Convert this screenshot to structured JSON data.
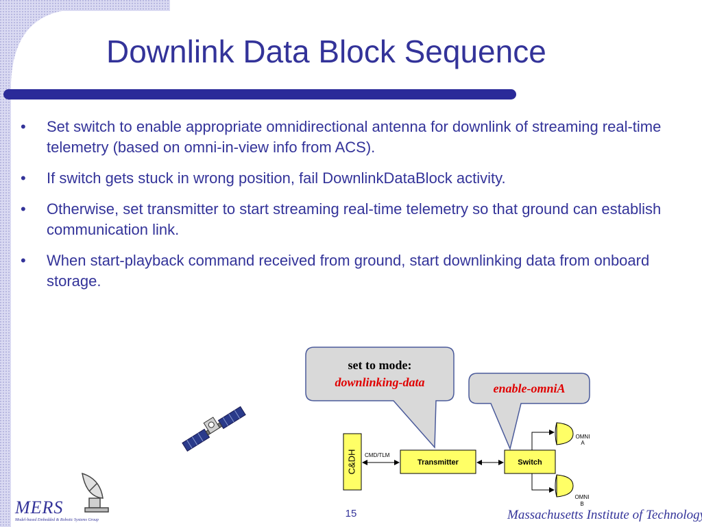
{
  "title": "Downlink Data Block Sequence",
  "bullets": [
    "Set switch to enable appropriate omnidirectional antenna for downlink of streaming real-time telemetry (based on omni-in-view info from ACS).",
    "If switch gets stuck in wrong position, fail DownlinkDataBlock activity.",
    "Otherwise, set transmitter to start streaming real-time telemetry so that ground can establish communication link.",
    "When start-playback command received from ground, start downlinking data from onboard storage."
  ],
  "diagram": {
    "callout_mode_line1": "set to mode:",
    "callout_mode_line2": "downlinking-data",
    "callout_omni": "enable-omniA",
    "cdh_label": "C&DH",
    "link_label": "CMD/TLM",
    "transmitter_label": "Transmitter",
    "switch_label": "Switch",
    "omni_a_line1": "OMNI",
    "omni_a_line2": "A",
    "omni_b_line1": "OMNI",
    "omni_b_line2": "B"
  },
  "footer": {
    "logo_text": "MERS",
    "logo_subtitle": "Model-based Embedded & Robotic Systems Group",
    "page_number": "15",
    "institution": "Massachusetts Institute of Technology"
  },
  "colors": {
    "title": "#333399",
    "accent_bar": "#2a2a99",
    "callout_fill": "#d9d9d9",
    "box_fill": "#ffff66",
    "highlight_text": "#e00000"
  }
}
